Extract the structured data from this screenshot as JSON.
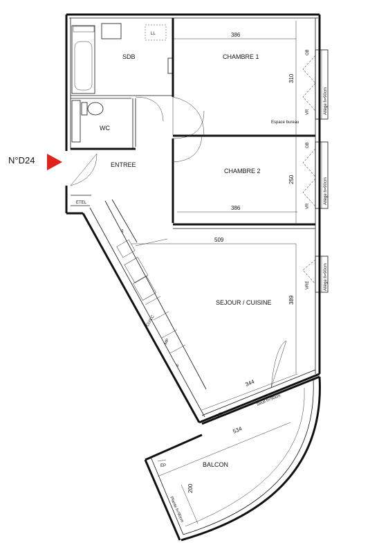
{
  "plan": {
    "unit_label": "N°D24",
    "accent_color": "#e0211c",
    "rooms": {
      "sdb": "SDB",
      "wc": "WC",
      "entree": "ENTREE",
      "chambre1": "CHAMBRE 1",
      "chambre2": "CHAMBRE 2",
      "sejour": "SEJOUR / CUISINE",
      "balcon": "BALCON"
    },
    "dimensions": {
      "ch1_width": "386",
      "ch1_depth": "310",
      "ch2_width": "386",
      "ch2_depth": "250",
      "sejour_width": "509",
      "sejour_depth": "389",
      "sejour_front": "344",
      "balcon_width": "534",
      "balcon_depth": "200"
    },
    "labels": {
      "ll": "LL",
      "etel": "ETEL",
      "espace_bureau": "Espace bureau",
      "ob1": "OB",
      "ob2": "OB",
      "vr1": "VR",
      "vr2": "VR",
      "vr3": "VR",
      "vre": "VRE",
      "allege1": "Allège h=90cm",
      "allege2": "Allège h=90cm",
      "allege3": "Allège h=90cm",
      "seuil": "Seuil h=90cm",
      "plante": "Plante h=90cm",
      "cuis_p": "P",
      "cuis_cuic": "CU/LC",
      "cuis_mp": "MP",
      "cuis_f": "F",
      "ep": "EP"
    }
  }
}
